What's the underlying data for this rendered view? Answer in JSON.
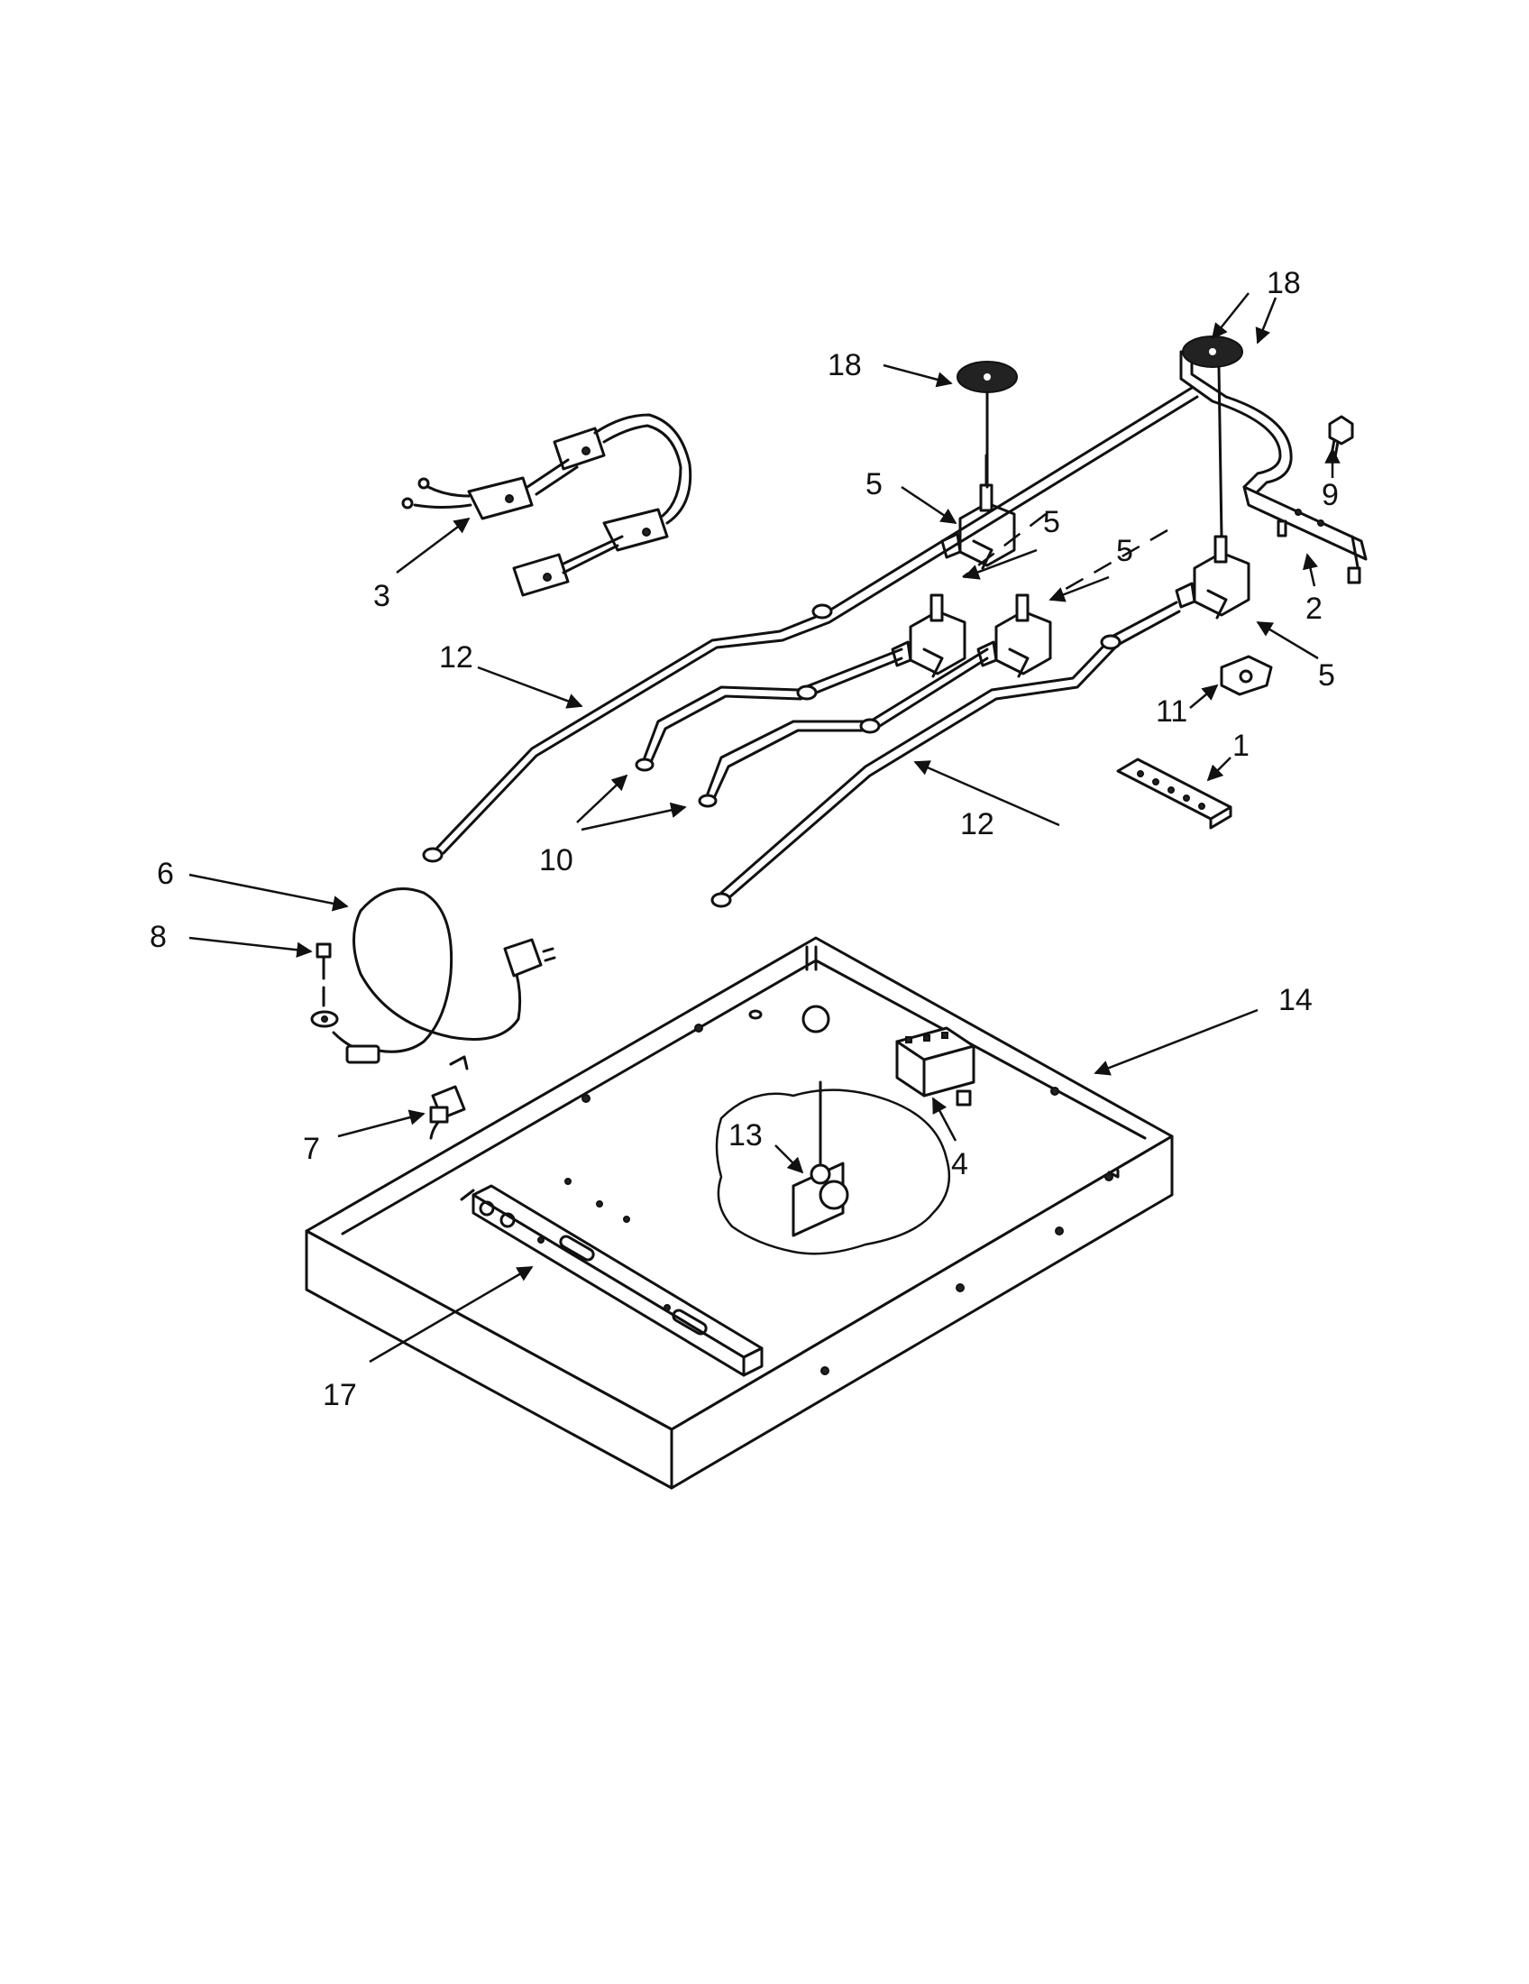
{
  "callouts": {
    "c1": "1",
    "c2": "2",
    "c3": "3",
    "c4": "4",
    "c5a": "5",
    "c5b": "5",
    "c5c": "5",
    "c5d": "5",
    "c6": "6",
    "c7": "7",
    "c8": "8",
    "c9": "9",
    "c10": "10",
    "c11": "11",
    "c12a": "12",
    "c12b": "12",
    "c13": "13",
    "c14": "14",
    "c17": "17",
    "c18a": "18",
    "c18b": "18"
  }
}
